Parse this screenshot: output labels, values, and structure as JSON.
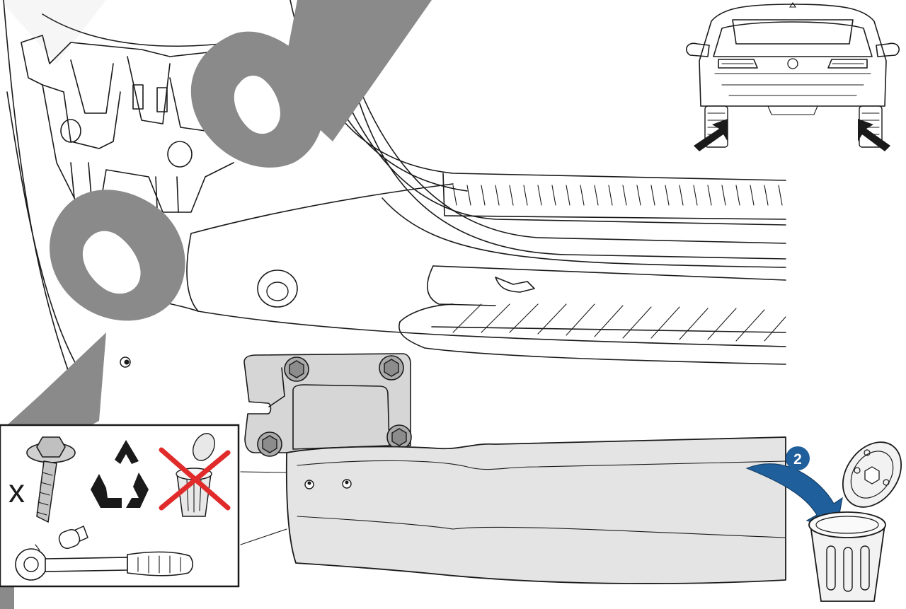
{
  "step_badge": {
    "number": "2",
    "color": "#1f5f9c"
  },
  "inset_legend": {
    "multiplier": "x",
    "items": [
      {
        "icon": "bolt-icon",
        "meaning": "bolt"
      },
      {
        "icon": "recycle-icon",
        "meaning": "reuse"
      },
      {
        "icon": "dispose-crossed-icon",
        "meaning": "do not discard"
      },
      {
        "icon": "socket-wrench-icon",
        "meaning": "tool"
      }
    ],
    "cross_color": "#e12b2b"
  },
  "locator_arrows_color": "#1a1a1a",
  "arrow_color": "#1f5f9c",
  "watermark_color": "#8a8a8a"
}
